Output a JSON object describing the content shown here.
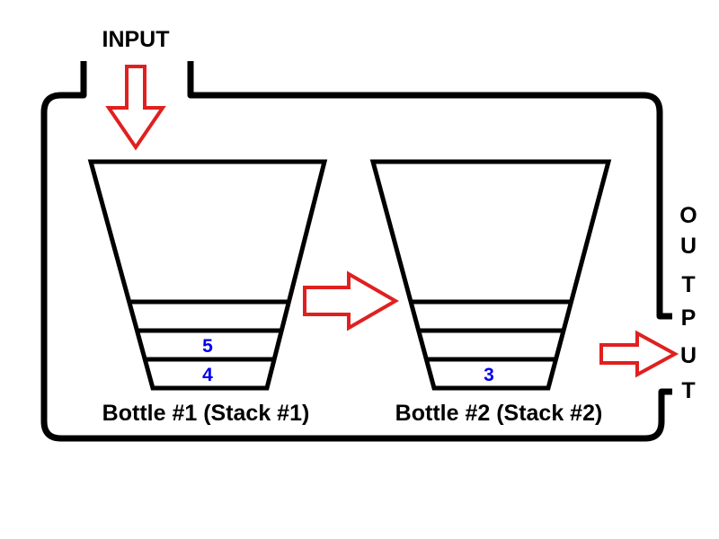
{
  "input_label": "INPUT",
  "output_letters": [
    "O",
    "U",
    "T",
    "P",
    "U",
    "T"
  ],
  "bottles": [
    {
      "label": "Bottle #1 (Stack #1)",
      "values": [
        "5",
        "4"
      ]
    },
    {
      "label": "Bottle #2 (Stack #2)",
      "values": [
        "3"
      ]
    }
  ],
  "colors": {
    "outline": "#000000",
    "arrow_stroke": "#e02020",
    "arrow_fill": "#ffffff",
    "value_text": "#0000ee"
  }
}
